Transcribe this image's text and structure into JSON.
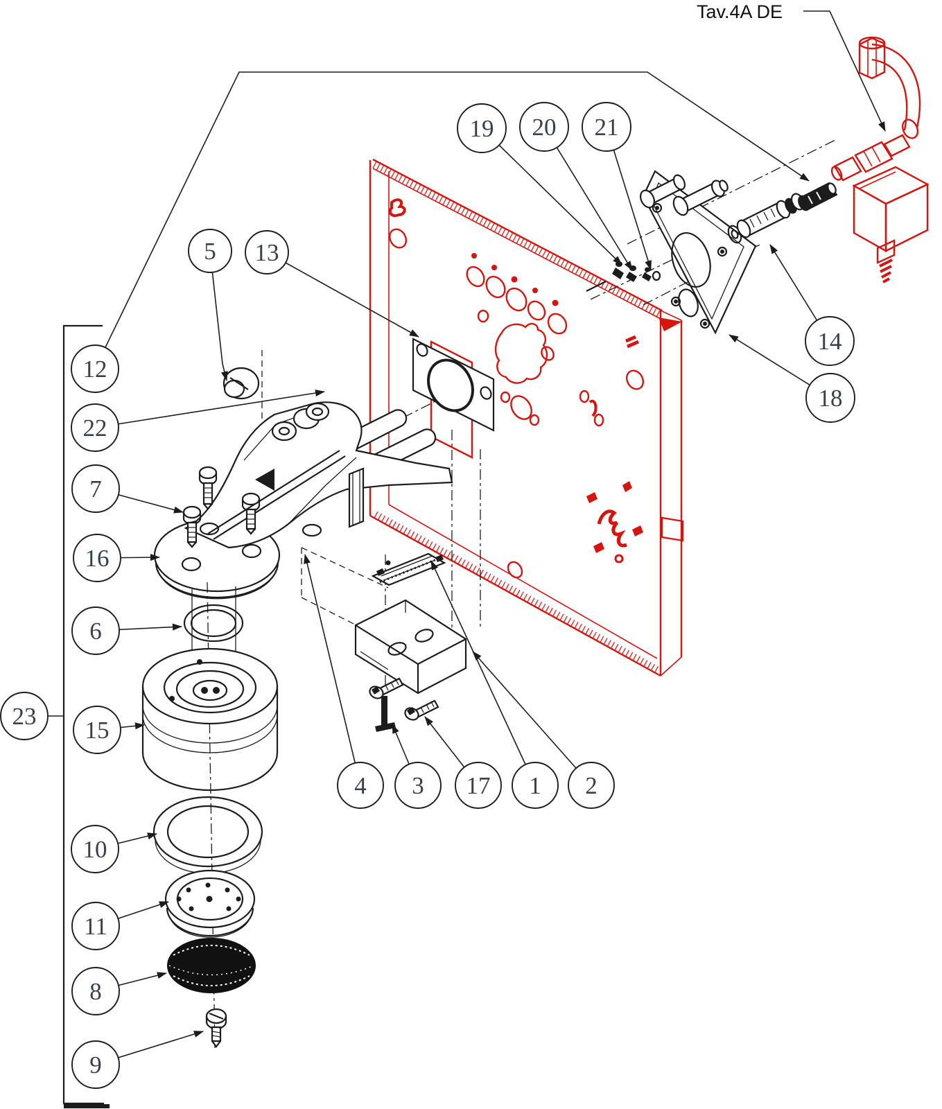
{
  "title": {
    "label": "Tav.4A DE"
  },
  "colors": {
    "line": "#1c1c1c",
    "accent_red": "#d8140e",
    "callout_text": "#37404e",
    "background": "#ffffff"
  },
  "callouts": {
    "c1": {
      "label": "1"
    },
    "c2": {
      "label": "2"
    },
    "c3": {
      "label": "3"
    },
    "c4": {
      "label": "4"
    },
    "c5": {
      "label": "5"
    },
    "c6": {
      "label": "6"
    },
    "c7": {
      "label": "7"
    },
    "c8": {
      "label": "8"
    },
    "c9": {
      "label": "9"
    },
    "c10": {
      "label": "10"
    },
    "c11": {
      "label": "11"
    },
    "c12": {
      "label": "12"
    },
    "c13": {
      "label": "13"
    },
    "c14": {
      "label": "14"
    },
    "c15": {
      "label": "15"
    },
    "c16": {
      "label": "16"
    },
    "c17": {
      "label": "17"
    },
    "c18": {
      "label": "18"
    },
    "c19": {
      "label": "19"
    },
    "c20": {
      "label": "20"
    },
    "c21": {
      "label": "21"
    },
    "c22": {
      "label": "22"
    },
    "c23": {
      "label": "23"
    }
  }
}
